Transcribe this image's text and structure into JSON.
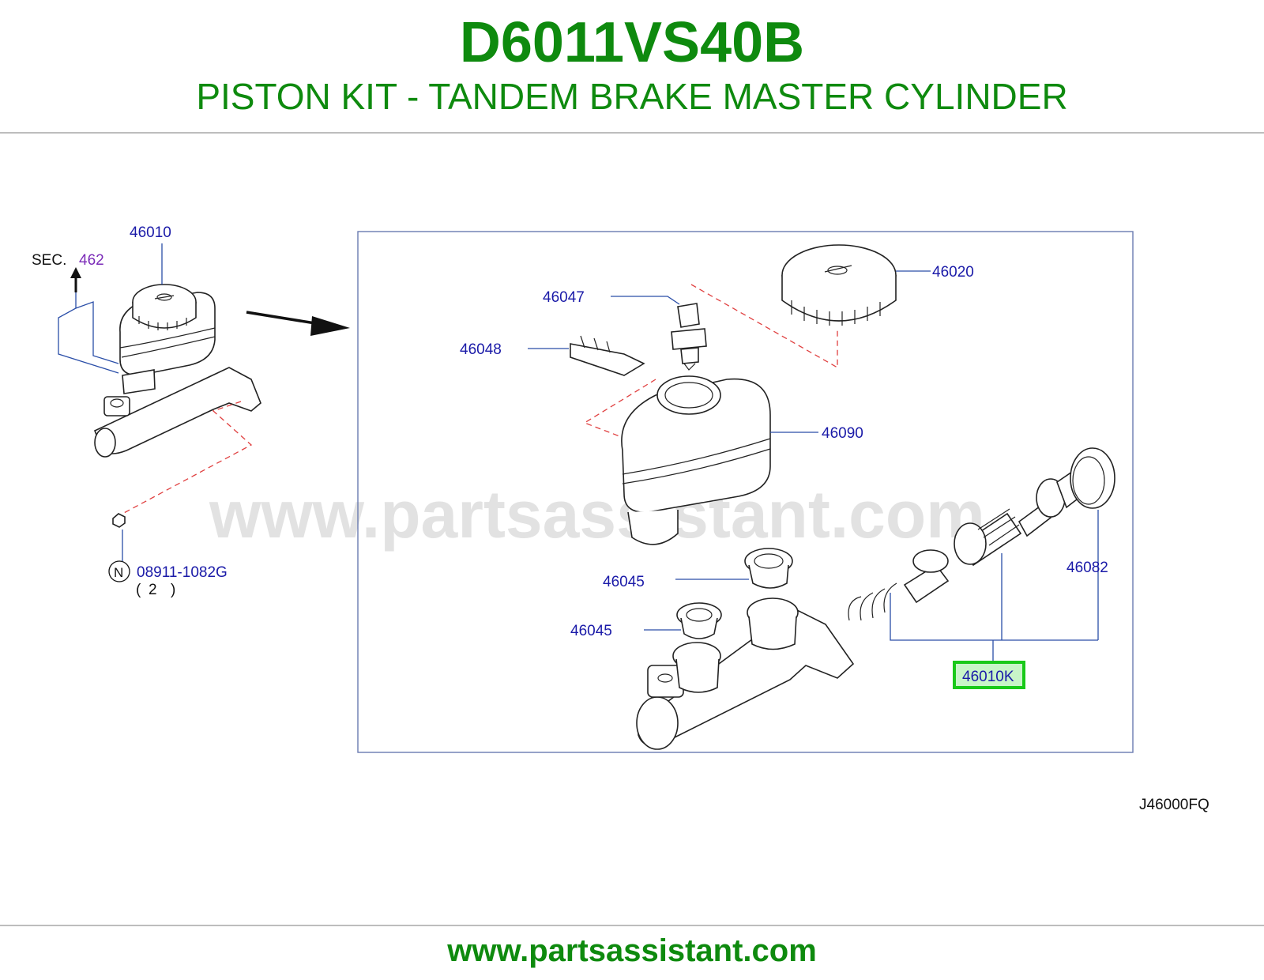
{
  "header": {
    "part_number": "D6011VS40B",
    "part_name": "PISTON KIT - TANDEM BRAKE MASTER CYLINDER"
  },
  "footer": {
    "url": "www.partsassistant.com"
  },
  "diagram": {
    "watermark": "www.partsassistant.com",
    "figure_code": "J46000FQ",
    "sec_label": "SEC.",
    "sec_number": "462",
    "nut_symbol": "N",
    "nut_qty_open": "(",
    "nut_qty": "2",
    "nut_qty_close": ")",
    "callouts": {
      "p46010": "46010",
      "p46020": "46020",
      "p46047": "46047",
      "p46048": "46048",
      "p46090": "46090",
      "p46045a": "46045",
      "p46045b": "46045",
      "p46082": "46082",
      "p46010k": "46010K",
      "p08911": "08911-1082G"
    },
    "colors": {
      "title_green": "#0e8a0e",
      "callout_blue": "#1a1aa8",
      "highlight_green": "#19c919",
      "sec_purple": "#7b2bb8"
    }
  }
}
